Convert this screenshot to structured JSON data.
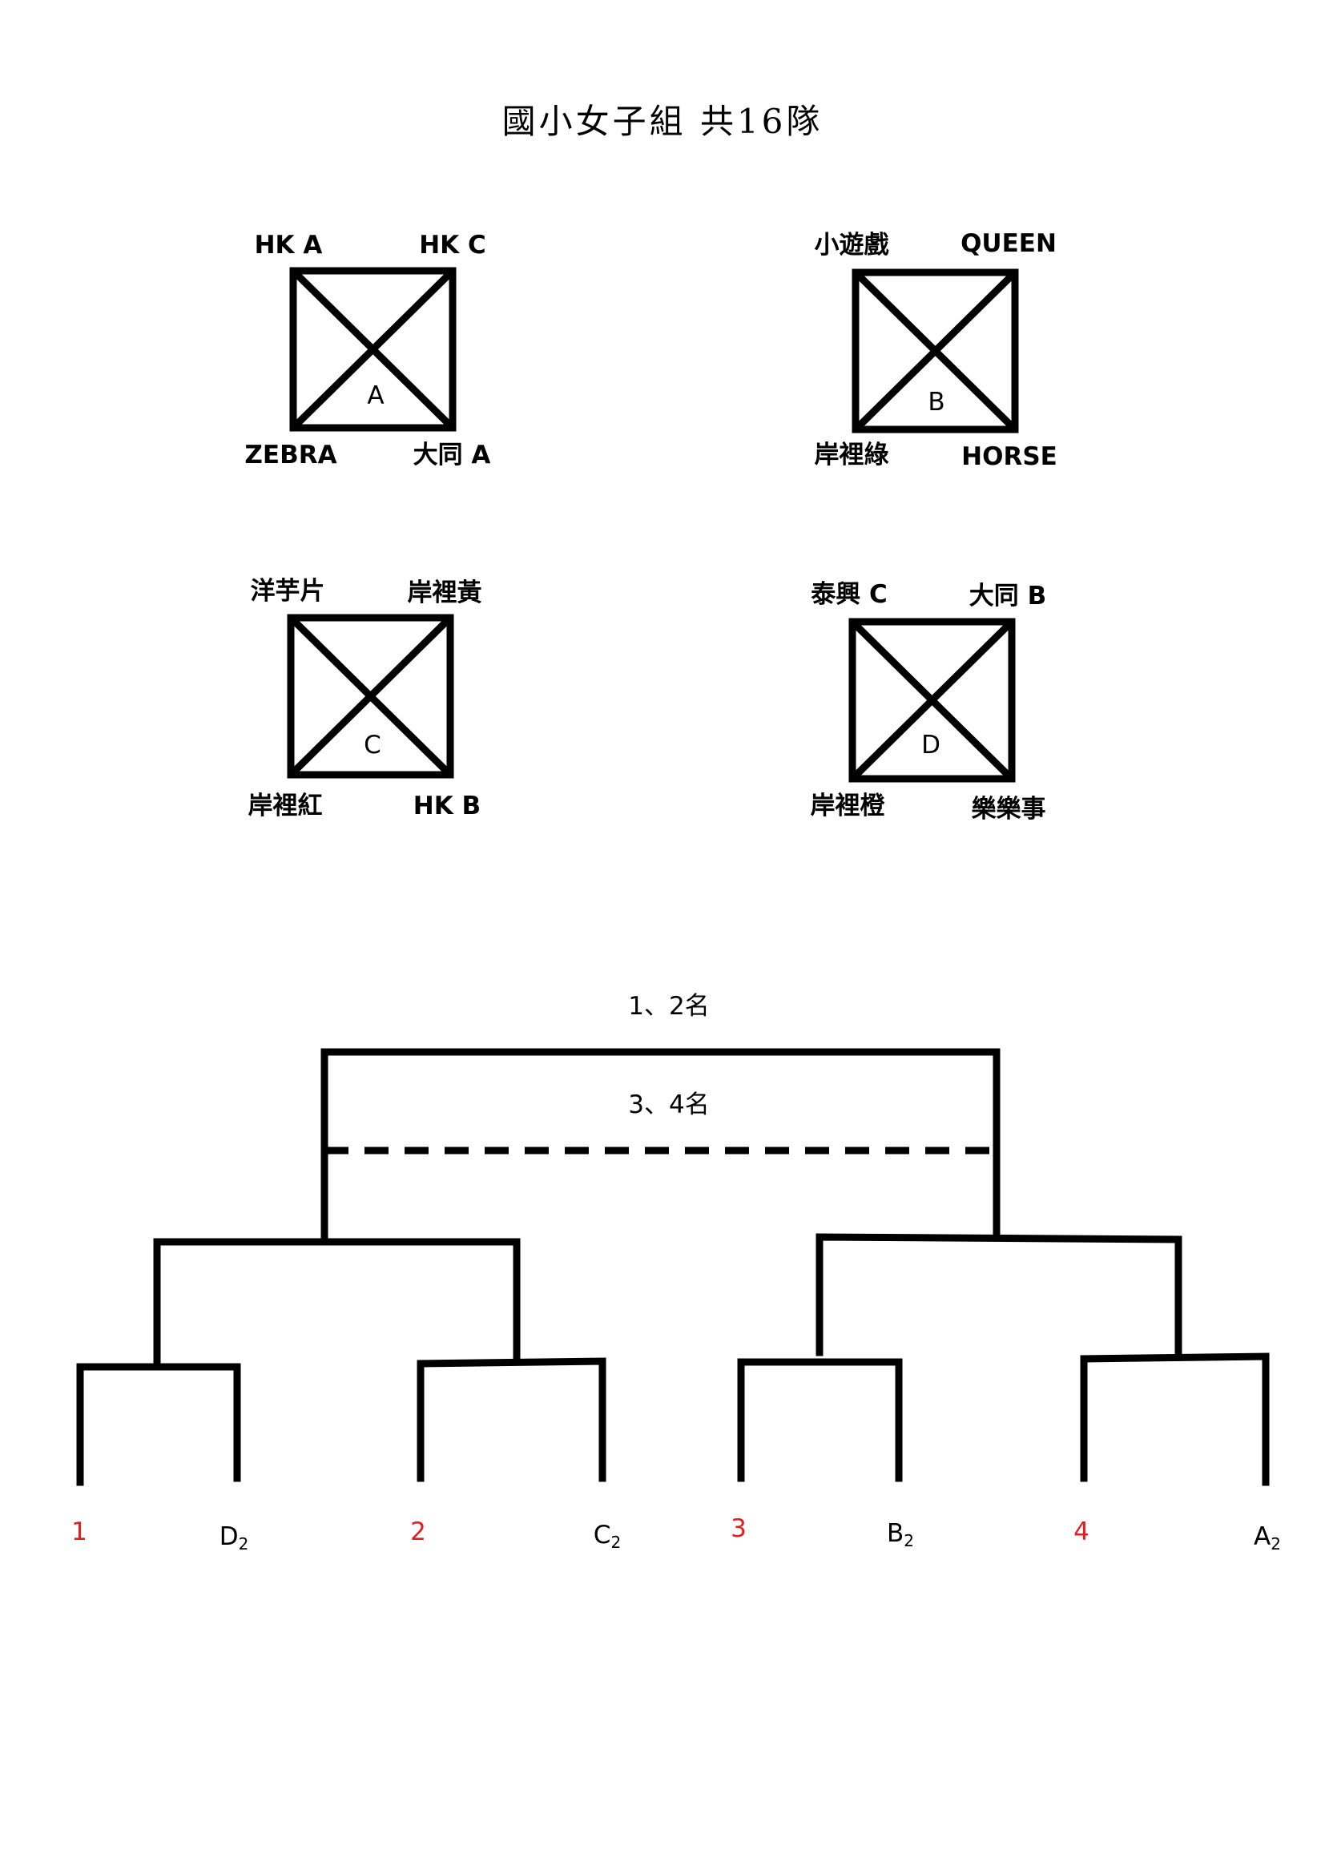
{
  "title": "國小女子組 共16隊",
  "groups": [
    {
      "letter": "A",
      "top_left": "HK A",
      "top_right": "HK C",
      "bottom_left": "ZEBRA",
      "bottom_right": "大同 A"
    },
    {
      "letter": "B",
      "top_left": "小遊戲",
      "top_right": "QUEEN",
      "bottom_left": "岸裡綠",
      "bottom_right": "HORSE"
    },
    {
      "letter": "C",
      "top_left": "洋芋片",
      "top_right": "岸裡黃",
      "bottom_left": "岸裡紅",
      "bottom_right": "HK B"
    },
    {
      "letter": "D",
      "top_left": "泰興 C",
      "top_right": "大同 B",
      "bottom_left": "岸裡橙",
      "bottom_right": "樂樂事"
    }
  ],
  "bracket": {
    "final_label": "1、2名",
    "third_place_label": "3、4名",
    "seeds": [
      {
        "letter": "1",
        "sub": "",
        "color": "#e02020"
      },
      {
        "letter": "D",
        "sub": "2",
        "color": "#000000"
      },
      {
        "letter": "2",
        "sub": "",
        "color": "#e02020"
      },
      {
        "letter": "C",
        "sub": "2",
        "color": "#000000"
      },
      {
        "letter": "3",
        "sub": "",
        "color": "#e02020"
      },
      {
        "letter": "B",
        "sub": "2",
        "color": "#000000"
      },
      {
        "letter": "4",
        "sub": "",
        "color": "#e02020"
      },
      {
        "letter": "A",
        "sub": "2",
        "color": "#000000"
      }
    ]
  },
  "colors": {
    "line": "#000000",
    "rank_red": "#e02020"
  }
}
